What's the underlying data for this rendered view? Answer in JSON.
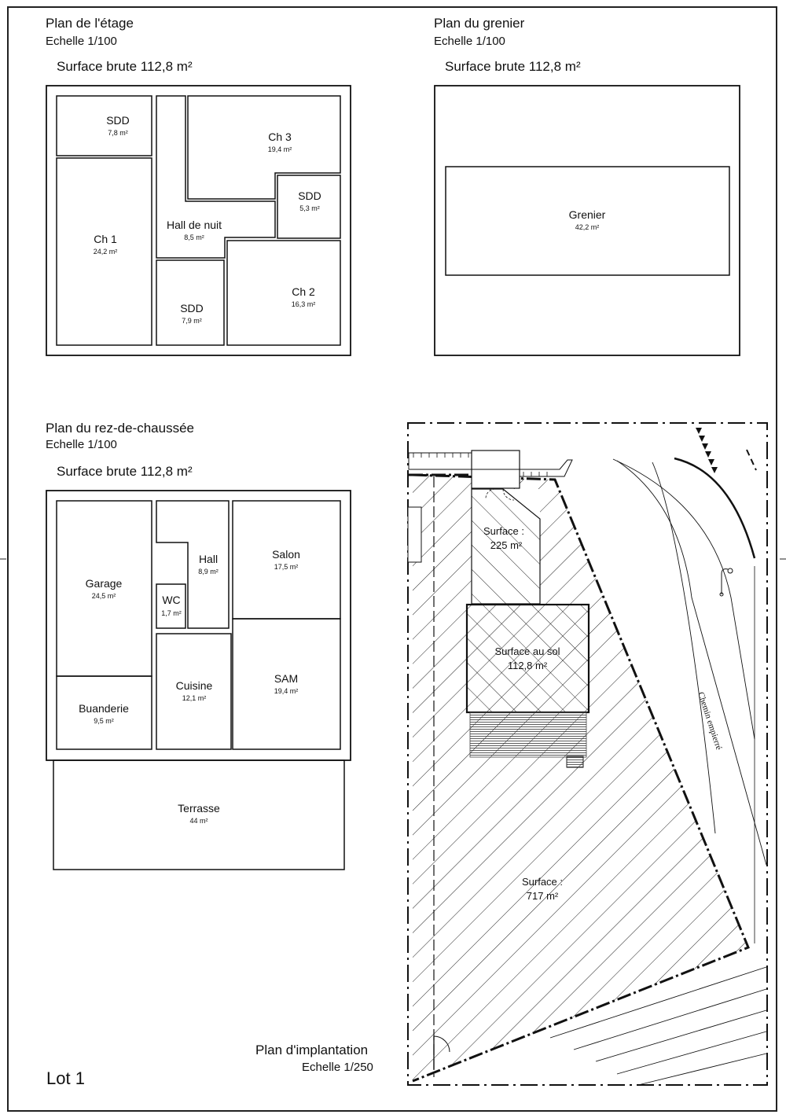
{
  "sheet": {
    "lot_label": "Lot 1"
  },
  "etage": {
    "title": "Plan de l'étage",
    "scale": "Echelle 1/100",
    "surface": "Surface brute 112,8 m²",
    "rooms": {
      "sdd1": {
        "name": "SDD",
        "area": "7,8 m²"
      },
      "ch3": {
        "name": "Ch 3",
        "area": "19,4 m²"
      },
      "sdd2": {
        "name": "SDD",
        "area": "5,3 m²"
      },
      "ch1": {
        "name": "Ch 1",
        "area": "24,2 m²"
      },
      "hall": {
        "name": "Hall de nuit",
        "area": "8,5 m²"
      },
      "sdd3": {
        "name": "SDD",
        "area": "7,9 m²"
      },
      "ch2": {
        "name": "Ch 2",
        "area": "16,3 m²"
      }
    }
  },
  "grenier": {
    "title": "Plan du grenier",
    "scale": "Echelle 1/100",
    "surface": "Surface brute 112,8 m²",
    "rooms": {
      "grenier": {
        "name": "Grenier",
        "area": "42,2 m²"
      }
    }
  },
  "rdc": {
    "title": "Plan du rez-de-chaussée",
    "scale": "Echelle 1/100",
    "surface": "Surface brute 112,8 m²",
    "rooms": {
      "garage": {
        "name": "Garage",
        "area": "24,5 m²"
      },
      "hall": {
        "name": "Hall",
        "area": "8,9 m²"
      },
      "wc": {
        "name": "WC",
        "area": "1,7 m²"
      },
      "salon": {
        "name": "Salon",
        "area": "17,5 m²"
      },
      "buanderie": {
        "name": "Buanderie",
        "area": "9,5 m²"
      },
      "cuisine": {
        "name": "Cuisine",
        "area": "12,1 m²"
      },
      "sam": {
        "name": "SAM",
        "area": "19,4 m²"
      },
      "terrasse": {
        "name": "Terrasse",
        "area": "44 m²"
      }
    }
  },
  "implantation": {
    "title": "Plan d'implantation",
    "scale": "Echelle 1/250",
    "zones": {
      "drive": {
        "label": "Surface :",
        "value": "225 m²"
      },
      "sol": {
        "label": "Surface au sol",
        "value": "112,8 m²"
      },
      "jardin": {
        "label": "Surface :",
        "value": "717 m²"
      }
    },
    "road_label": "Chemin empierré"
  }
}
